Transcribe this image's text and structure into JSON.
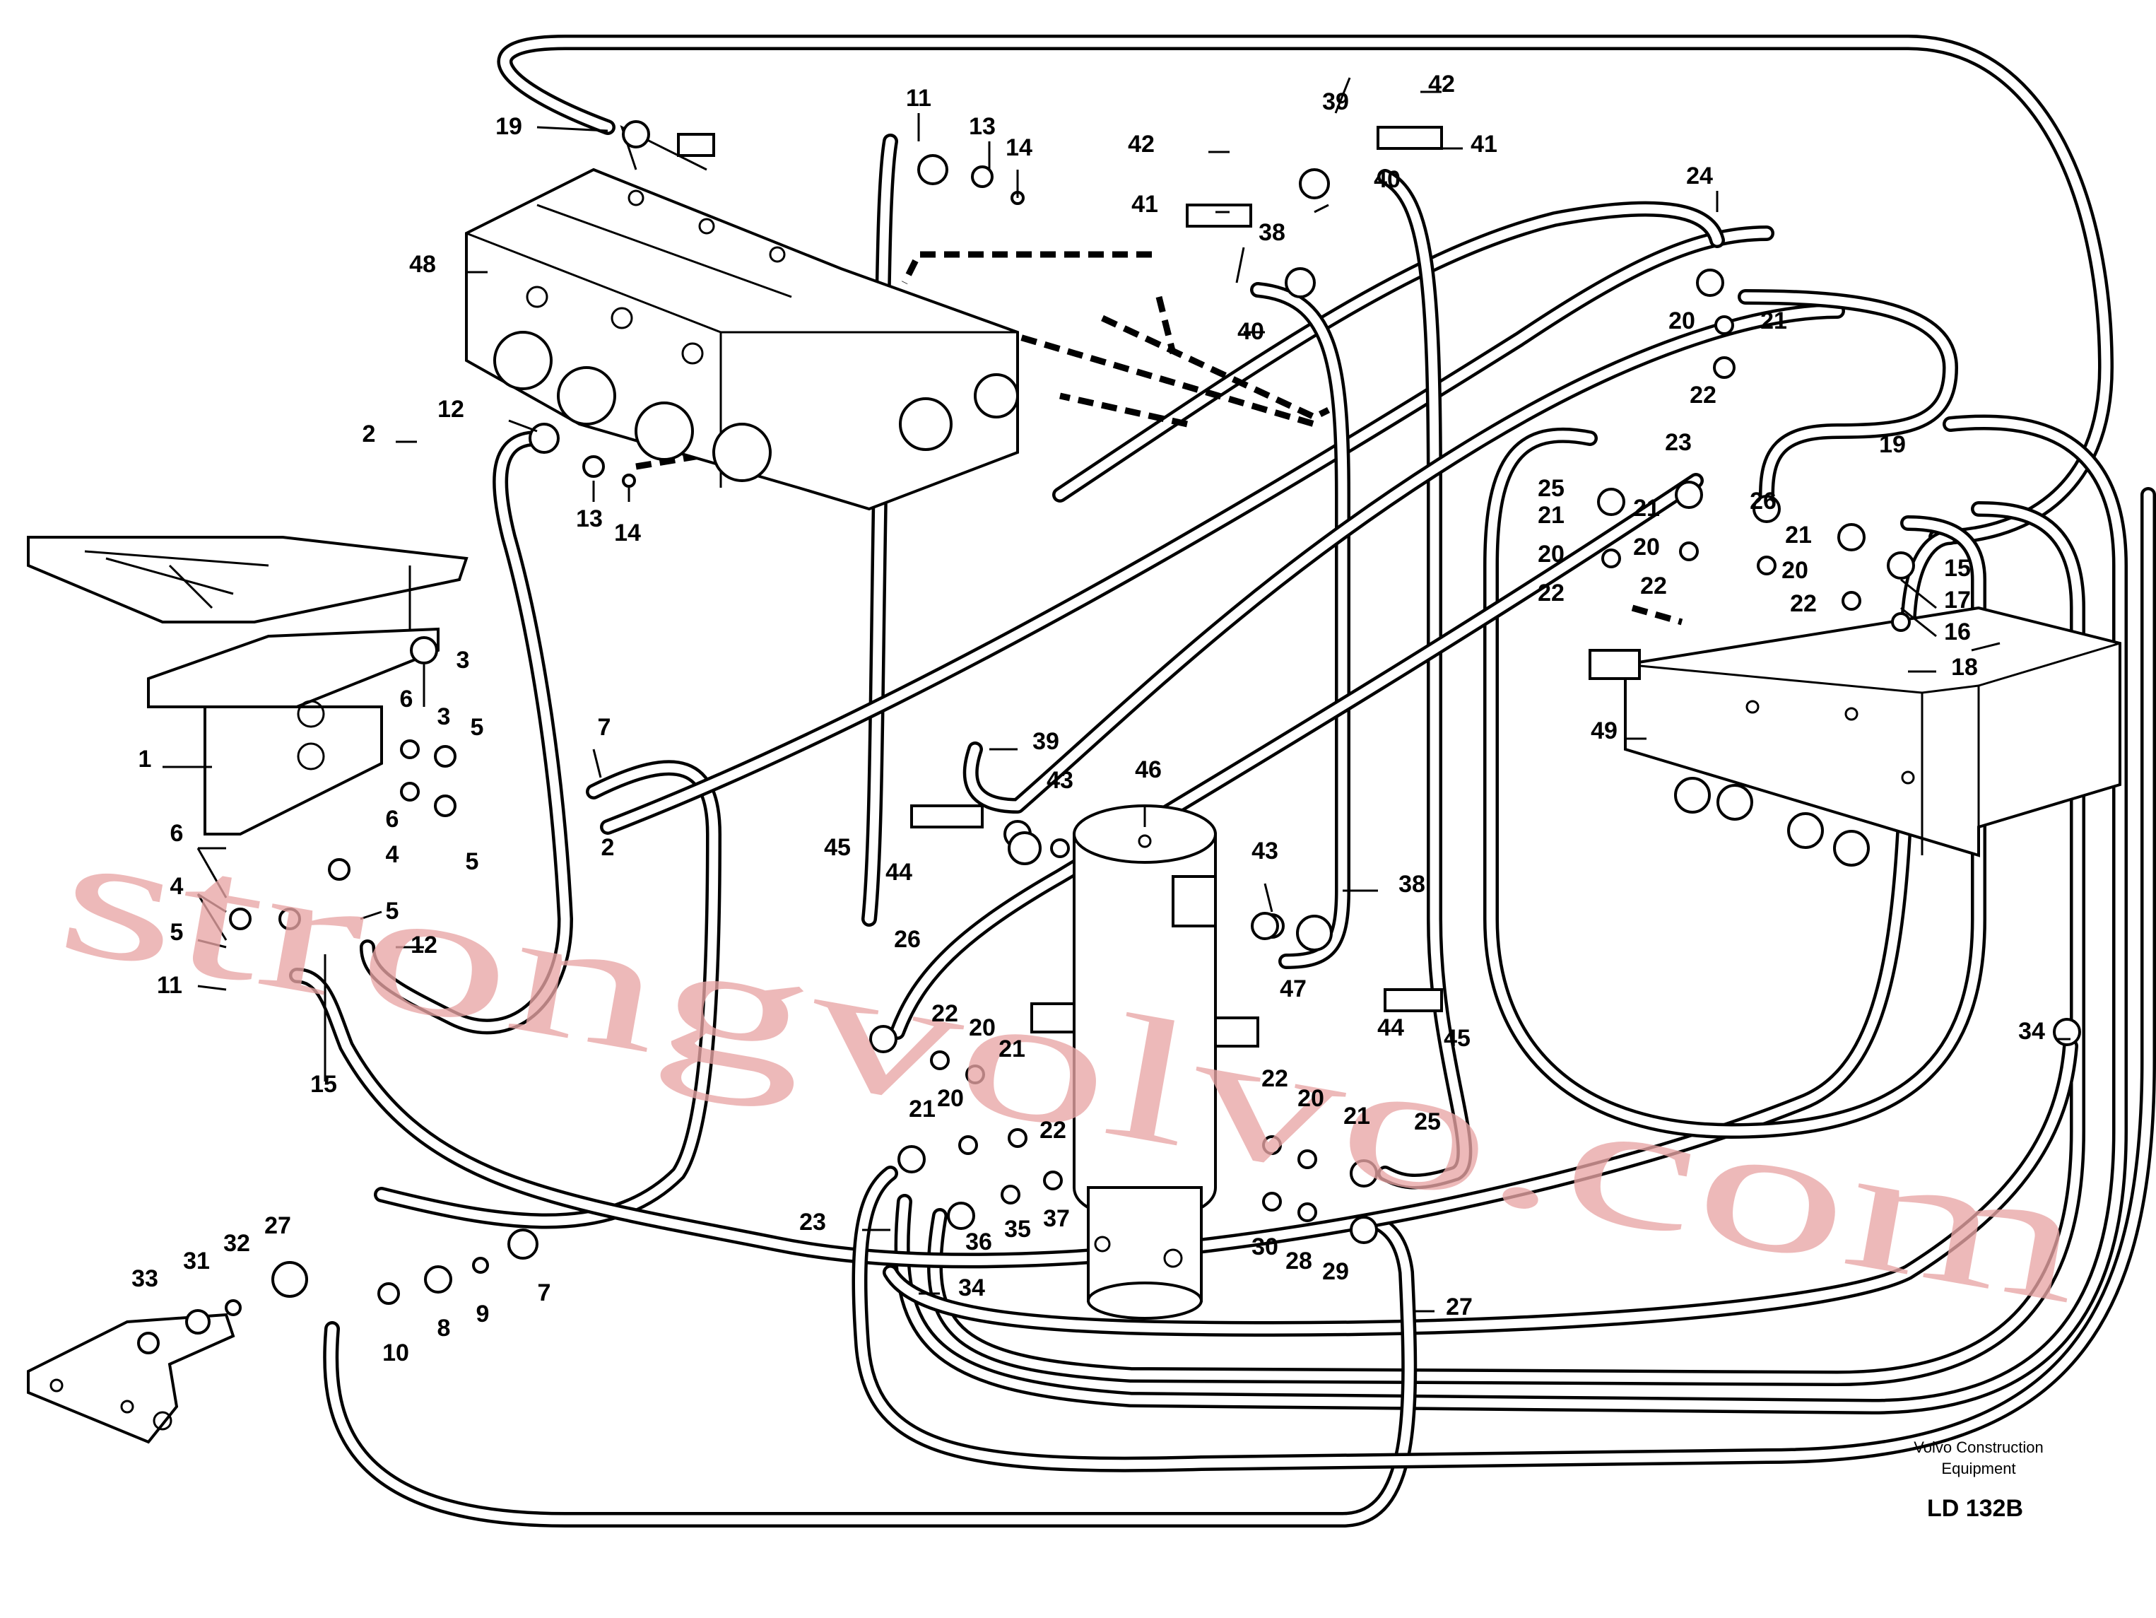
{
  "diagram": {
    "watermark": "strongvolvo.com",
    "footer": {
      "company_line1": "Volvo Construction",
      "company_line2": "Equipment",
      "drawing_code": "LD 132B"
    },
    "callouts": [
      {
        "id": "c1",
        "text": "1"
      },
      {
        "id": "c2a",
        "text": "2"
      },
      {
        "id": "c2b",
        "text": "2"
      },
      {
        "id": "c3a",
        "text": "3"
      },
      {
        "id": "c3b",
        "text": "3"
      },
      {
        "id": "c4a",
        "text": "4"
      },
      {
        "id": "c4b",
        "text": "4"
      },
      {
        "id": "c5a",
        "text": "5"
      },
      {
        "id": "c5b",
        "text": "5"
      },
      {
        "id": "c5c",
        "text": "5"
      },
      {
        "id": "c5d",
        "text": "5"
      },
      {
        "id": "c6a",
        "text": "6"
      },
      {
        "id": "c6b",
        "text": "6"
      },
      {
        "id": "c6c",
        "text": "6"
      },
      {
        "id": "c7a",
        "text": "7"
      },
      {
        "id": "c7b",
        "text": "7"
      },
      {
        "id": "c8",
        "text": "8"
      },
      {
        "id": "c9",
        "text": "9"
      },
      {
        "id": "c10",
        "text": "10"
      },
      {
        "id": "c11a",
        "text": "11"
      },
      {
        "id": "c11b",
        "text": "11"
      },
      {
        "id": "c12a",
        "text": "12"
      },
      {
        "id": "c12b",
        "text": "12"
      },
      {
        "id": "c13a",
        "text": "13"
      },
      {
        "id": "c13b",
        "text": "13"
      },
      {
        "id": "c14a",
        "text": "14"
      },
      {
        "id": "c14b",
        "text": "14"
      },
      {
        "id": "c15a",
        "text": "15"
      },
      {
        "id": "c15b",
        "text": "15"
      },
      {
        "id": "c16",
        "text": "16"
      },
      {
        "id": "c17",
        "text": "17"
      },
      {
        "id": "c18",
        "text": "18"
      },
      {
        "id": "c19a",
        "text": "19"
      },
      {
        "id": "c19b",
        "text": "19"
      },
      {
        "id": "c20a",
        "text": "20"
      },
      {
        "id": "c20b",
        "text": "20"
      },
      {
        "id": "c20c",
        "text": "20"
      },
      {
        "id": "c20d",
        "text": "20"
      },
      {
        "id": "c20e",
        "text": "20"
      },
      {
        "id": "c20f",
        "text": "20"
      },
      {
        "id": "c20g",
        "text": "20"
      },
      {
        "id": "c21a",
        "text": "21"
      },
      {
        "id": "c21b",
        "text": "21"
      },
      {
        "id": "c21c",
        "text": "21"
      },
      {
        "id": "c21d",
        "text": "21"
      },
      {
        "id": "c21e",
        "text": "21"
      },
      {
        "id": "c21f",
        "text": "21"
      },
      {
        "id": "c21g",
        "text": "21"
      },
      {
        "id": "c22a",
        "text": "22"
      },
      {
        "id": "c22b",
        "text": "22"
      },
      {
        "id": "c22c",
        "text": "22"
      },
      {
        "id": "c22d",
        "text": "22"
      },
      {
        "id": "c22e",
        "text": "22"
      },
      {
        "id": "c22f",
        "text": "22"
      },
      {
        "id": "c22g",
        "text": "22"
      },
      {
        "id": "c23a",
        "text": "23"
      },
      {
        "id": "c23b",
        "text": "23"
      },
      {
        "id": "c24",
        "text": "24"
      },
      {
        "id": "c25a",
        "text": "25"
      },
      {
        "id": "c25b",
        "text": "25"
      },
      {
        "id": "c26a",
        "text": "26"
      },
      {
        "id": "c26b",
        "text": "26"
      },
      {
        "id": "c27a",
        "text": "27"
      },
      {
        "id": "c27b",
        "text": "27"
      },
      {
        "id": "c28",
        "text": "28"
      },
      {
        "id": "c29",
        "text": "29"
      },
      {
        "id": "c30",
        "text": "30"
      },
      {
        "id": "c31",
        "text": "31"
      },
      {
        "id": "c32",
        "text": "32"
      },
      {
        "id": "c33",
        "text": "33"
      },
      {
        "id": "c34a",
        "text": "34"
      },
      {
        "id": "c34b",
        "text": "34"
      },
      {
        "id": "c35",
        "text": "35"
      },
      {
        "id": "c36",
        "text": "36"
      },
      {
        "id": "c37",
        "text": "37"
      },
      {
        "id": "c38a",
        "text": "38"
      },
      {
        "id": "c38b",
        "text": "38"
      },
      {
        "id": "c39a",
        "text": "39"
      },
      {
        "id": "c39b",
        "text": "39"
      },
      {
        "id": "c40a",
        "text": "40"
      },
      {
        "id": "c40b",
        "text": "40"
      },
      {
        "id": "c41a",
        "text": "41"
      },
      {
        "id": "c41b",
        "text": "41"
      },
      {
        "id": "c42a",
        "text": "42"
      },
      {
        "id": "c42b",
        "text": "42"
      },
      {
        "id": "c43a",
        "text": "43"
      },
      {
        "id": "c43b",
        "text": "43"
      },
      {
        "id": "c44a",
        "text": "44"
      },
      {
        "id": "c44b",
        "text": "44"
      },
      {
        "id": "c45a",
        "text": "45"
      },
      {
        "id": "c45b",
        "text": "45"
      },
      {
        "id": "c46",
        "text": "46"
      },
      {
        "id": "c47",
        "text": "47"
      },
      {
        "id": "c48",
        "text": "48"
      },
      {
        "id": "c49",
        "text": "49"
      }
    ]
  }
}
